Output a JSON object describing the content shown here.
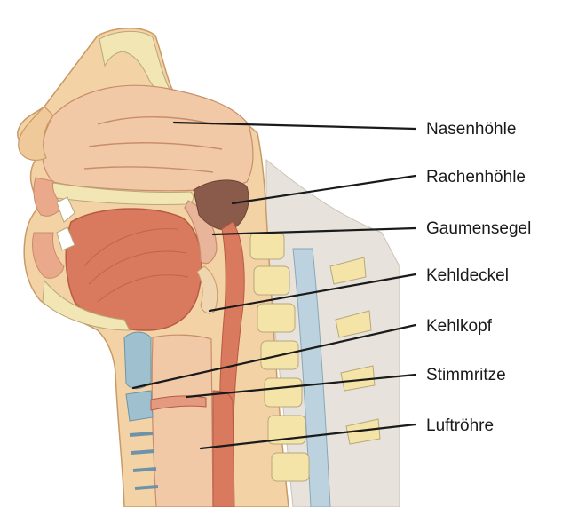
{
  "labels": [
    {
      "id": "nasenhoehle",
      "text": "Nasenhöhle"
    },
    {
      "id": "rachenhoehle",
      "text": "Rachenhöhle"
    },
    {
      "id": "gaumensegel",
      "text": "Gaumensegel"
    },
    {
      "id": "kehldeckel",
      "text": "Kehldeckel"
    },
    {
      "id": "kehlkopf",
      "text": "Kehlkopf"
    },
    {
      "id": "stimmritze",
      "text": "Stimmritze"
    },
    {
      "id": "luftroehre",
      "text": "Luftröhre"
    }
  ],
  "colors": {
    "skin": "#f3d3a6",
    "skin_edge": "#c99a66",
    "bone": "#f2e7b4",
    "bone_dots": "#b8a77a",
    "muscle": "#d9795e",
    "muscle_dark": "#b85a44",
    "mucosa": "#e9b59a",
    "cavity": "#f1c9a6",
    "pharynx": "#8a5a4a",
    "cartilage": "#9fc0cf",
    "vertebra": "#f4e4a8",
    "disc": "#bcd3df",
    "line": "#1a1a1a"
  }
}
